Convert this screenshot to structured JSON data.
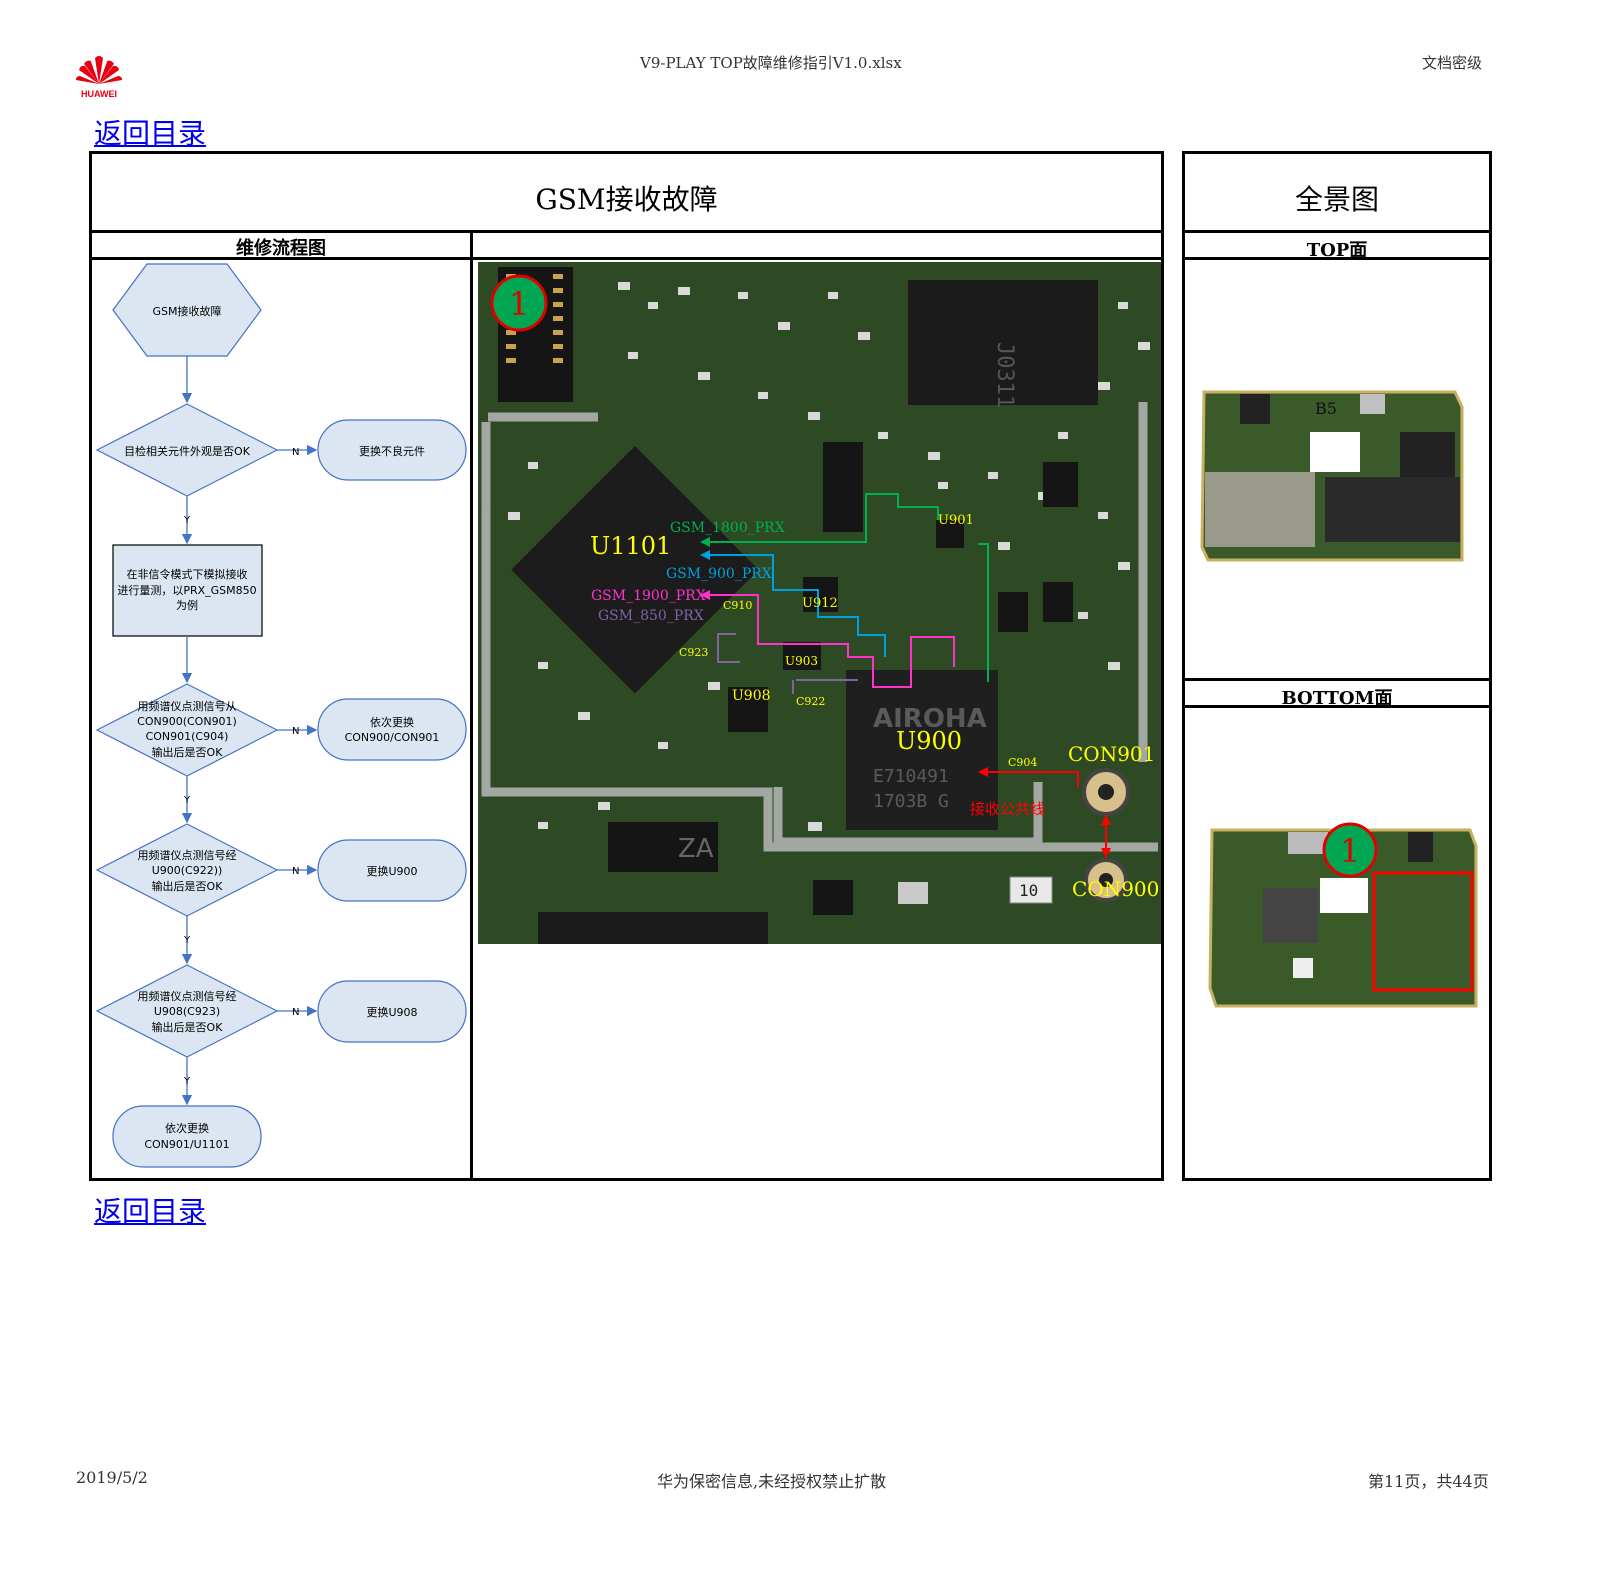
{
  "header": {
    "logo_text": "HUAWEI",
    "filename": "V9-PLAY TOP故障维修指引V1.0.xlsx",
    "classification": "文档密级"
  },
  "nav": {
    "back_top": "返回目录",
    "back_bottom": "返回目录"
  },
  "main": {
    "title": "GSM接收故障",
    "flow_header": "维修流程图",
    "photo_header": ""
  },
  "side": {
    "title": "全景图",
    "top_label": "TOP面",
    "bottom_label": "BOTTOM面"
  },
  "flow": {
    "start": "GSM接收故障",
    "q1": "目检相关元件外观是否OK",
    "a1": "更换不良元件",
    "step1": [
      "在非信令模式下模拟接收",
      "进行量测，以PRX_GSM850",
      "为例"
    ],
    "q2": [
      "用频谱仪点测信号从",
      "CON900(CON901)",
      "CON901(C904)",
      "输出后是否OK"
    ],
    "a2": [
      "依次更换",
      "CON900/CON901"
    ],
    "q3": [
      "用频谱仪点测信号经",
      "U900(C922))",
      "输出后是否OK"
    ],
    "a3": "更换U900",
    "q4": [
      "用频谱仪点测信号经",
      "U908(C923)",
      "输出后是否OK"
    ],
    "a4": "更换U908",
    "end": [
      "依次更换",
      "CON901/U1101"
    ],
    "yes": "Y",
    "no": "N"
  },
  "board": {
    "marker": "1",
    "u1101": "U1101",
    "u900": "U900",
    "u901": "U901",
    "u912": "U912",
    "u903": "U903",
    "u908": "U908",
    "c910": "C910",
    "c923": "C923",
    "c922": "C922",
    "c904": "C904",
    "con901": "CON901",
    "con900": "CON900",
    "gsm1800": "GSM_1800_PRX",
    "gsm900": "GSM_900_PRX",
    "gsm1900": "GSM_1900_PRX",
    "gsm850": "GSM_850_PRX",
    "shared": "接收公共线",
    "chip_text": "AIROHA",
    "chip_text2": "E710491",
    "chip_text3": "1703B G",
    "label_10": "10",
    "label_za": "ZA",
    "top_chip": "J0311",
    "colors": {
      "gsm1800": "#00b050",
      "gsm900": "#00a0e0",
      "gsm1900": "#ff33cc",
      "gsm850": "#8064a2",
      "shared": "#ff0000",
      "label": "#ffff00"
    }
  },
  "footer": {
    "date": "2019/5/2",
    "notice": "华为保密信息,未经授权禁止扩散",
    "page": "第11页，共44页"
  }
}
